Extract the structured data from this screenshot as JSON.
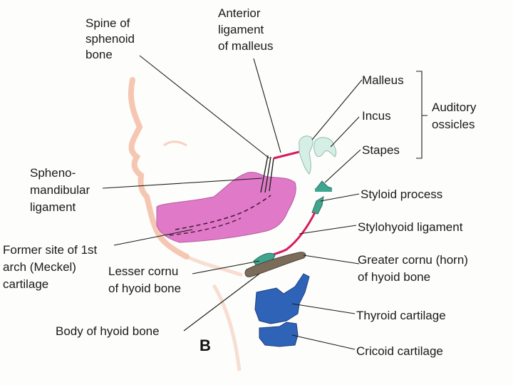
{
  "panel_letter": "B",
  "labels": {
    "spine_of_sphenoid": [
      "Spine of",
      "sphenoid",
      "bone"
    ],
    "anterior_ligament": [
      "Anterior",
      "ligament",
      "of malleus"
    ],
    "malleus": "Malleus",
    "incus": "Incus",
    "stapes": "Stapes",
    "auditory_ossicles": [
      "Auditory",
      "ossicles"
    ],
    "spheno_mandibular": [
      "Spheno-",
      "mandibular",
      "ligament"
    ],
    "styloid_process": "Styloid process",
    "stylohyoid_ligament": "Stylohyoid ligament",
    "former_site": [
      "Former site of 1st",
      "arch (Meckel)",
      "cartilage"
    ],
    "lesser_cornu": [
      "Lesser cornu",
      "of hyoid bone"
    ],
    "greater_cornu": [
      "Greater cornu (horn)",
      "of hyoid bone"
    ],
    "thyroid_cartilage": "Thyroid cartilage",
    "body_of_hyoid": "Body of hyoid bone",
    "cricoid_cartilage": "Cricoid cartilage"
  },
  "colors": {
    "face_outline": "#f2b49a",
    "meckel_cartilage": "#e07ac8",
    "ligament": "#d81b60",
    "ossicles": "#d6efe6",
    "styloid": "#3fa58f",
    "hyoid_body": "#7a6b5a",
    "laryngeal_cartilage": "#2e63b8"
  }
}
